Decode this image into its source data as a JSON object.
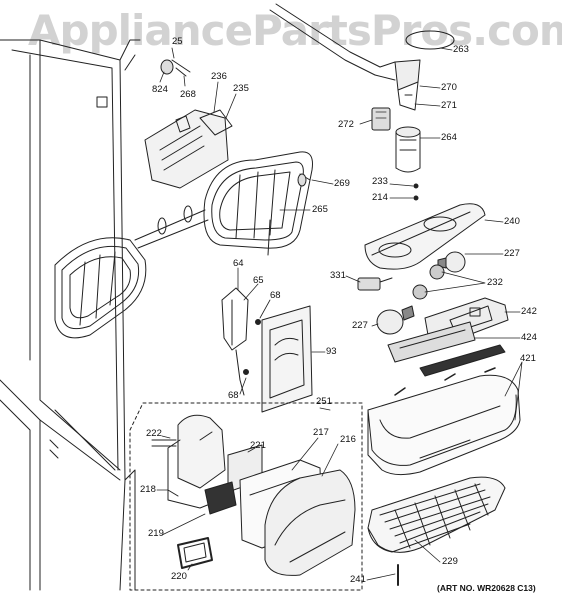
{
  "watermark": "AppliancePartsPros.com",
  "art_number": "(ART NO. WR20628 C13)",
  "labels": {
    "l25": "25",
    "l824": "824",
    "l268": "268",
    "l236": "236",
    "l235": "235",
    "l263": "263",
    "l270": "270",
    "l271": "271",
    "l272": "272",
    "l264": "264",
    "l233": "233",
    "l214": "214",
    "l269": "269",
    "l265": "265",
    "l240": "240",
    "l227a": "227",
    "l331": "331",
    "l232": "232",
    "l64": "64",
    "l65": "65",
    "l68a": "68",
    "l242": "242",
    "l227b": "227",
    "l424": "424",
    "l93": "93",
    "l421": "421",
    "l68b": "68",
    "l251": "251",
    "l222": "222",
    "l217": "217",
    "l221": "221",
    "l216": "216",
    "l218": "218",
    "l219": "219",
    "l220": "220",
    "l229": "229",
    "l241": "241"
  }
}
